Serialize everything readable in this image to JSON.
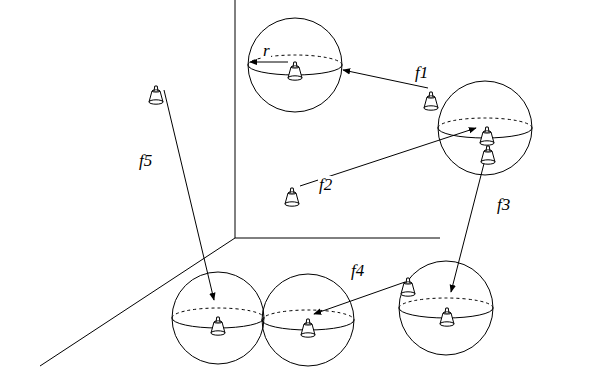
{
  "diagram": {
    "labels": [
      "r",
      "f1",
      "f2",
      "f3",
      "f4",
      "f5"
    ]
  }
}
